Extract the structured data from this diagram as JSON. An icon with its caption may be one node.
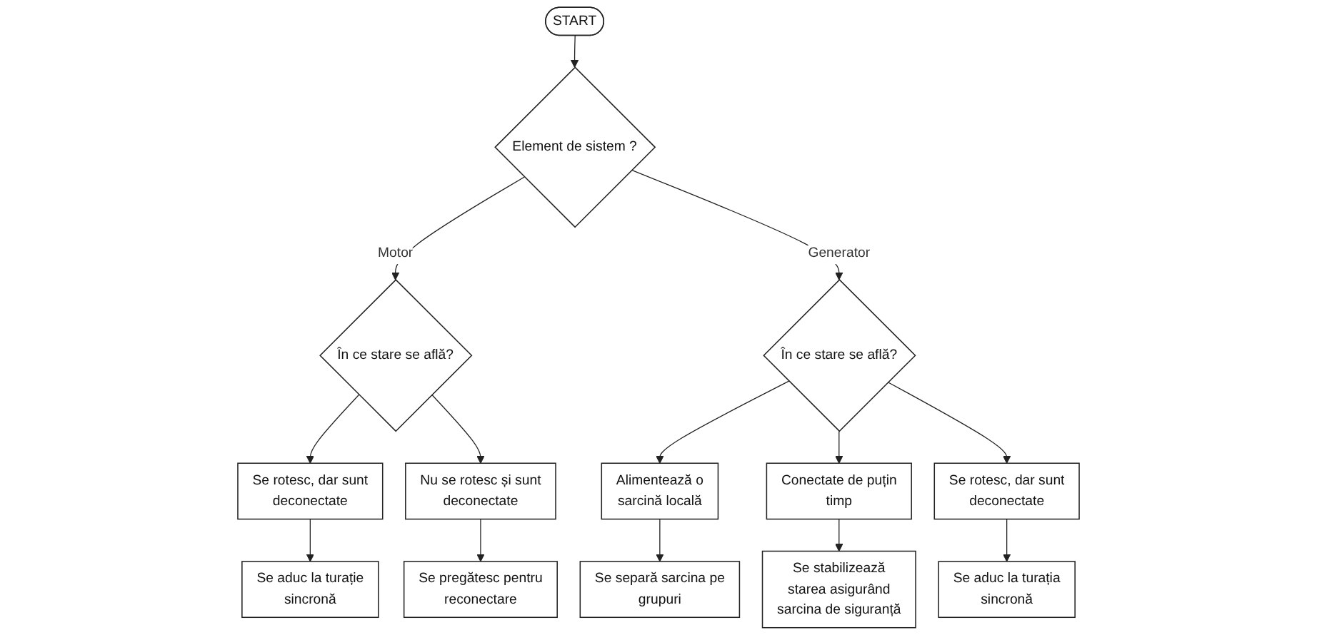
{
  "diagram": {
    "nodes": [
      {
        "text": [
          "START"
        ]
      },
      {
        "text": [
          "Element de sistem ?"
        ]
      },
      {
        "text": [
          "În ce stare se află?"
        ]
      },
      {
        "text": [
          "În ce stare se află?"
        ]
      },
      {
        "text": [
          "Se rotesc, dar sunt deconectate"
        ]
      },
      {
        "text": [
          "Nu se rotesc și sunt deconectate"
        ]
      },
      {
        "text": [
          "Alimentează o sarcină locală"
        ]
      },
      {
        "text": [
          "Conectate de puțin timp"
        ]
      },
      {
        "text": [
          "Se rotesc, dar sunt deconectate"
        ]
      },
      {
        "text": [
          "Se aduc la turație sincronă"
        ]
      },
      {
        "text": [
          "Se pregătesc pentru reconectare"
        ]
      },
      {
        "text": [
          "Se separă sarcina pe grupuri"
        ]
      },
      {
        "text": [
          "Se stabilizează starea asigurând sarcina de siguranță"
        ]
      },
      {
        "text": [
          "Se aduc la turația sincronă"
        ]
      }
    ],
    "edges": [
      {
        "from": 0,
        "to": 1,
        "arrow": "to"
      },
      {
        "from": 1,
        "to": 2,
        "arrow": "to",
        "label": "Motor"
      },
      {
        "from": 1,
        "to": 3,
        "arrow": "to",
        "label": "Generator"
      },
      {
        "from": 2,
        "to": 4,
        "arrow": "to"
      },
      {
        "from": 2,
        "to": 5,
        "arrow": "to"
      },
      {
        "from": 3,
        "to": 6,
        "arrow": "to"
      },
      {
        "from": 3,
        "to": 7,
        "arrow": "to"
      },
      {
        "from": 3,
        "to": 8,
        "arrow": "to"
      },
      {
        "from": 4,
        "to": 9,
        "arrow": "to"
      },
      {
        "from": 5,
        "to": 10,
        "arrow": "to"
      },
      {
        "from": 6,
        "to": 11,
        "arrow": "to"
      },
      {
        "from": 7,
        "to": 12,
        "arrow": "to"
      },
      {
        "from": 8,
        "to": 13,
        "arrow": "to"
      }
    ]
  }
}
